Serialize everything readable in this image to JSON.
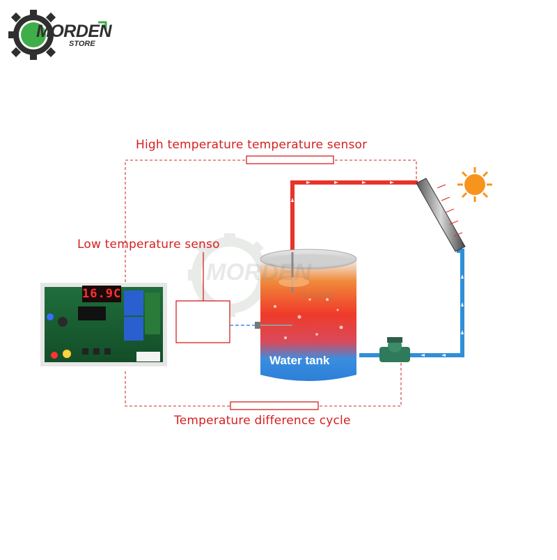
{
  "brand": {
    "name": "MORDEN",
    "sub": "STORE"
  },
  "labels": {
    "high_sensor": "High temperature temperature sensor",
    "low_sensor": "Low temperature senso",
    "cycle": "Temperature difference cycle",
    "tank": "Water tank"
  },
  "controller": {
    "display_reading": "16.9C"
  },
  "colors": {
    "label_red": "#d62020",
    "hot_pipe": "#e8332a",
    "cold_pipe": "#2f8fd8",
    "sensor_line": "#d9534f",
    "sun": "#f7941d"
  },
  "icons": {
    "sun": "sun-icon",
    "pump": "pump-icon",
    "solar_panel": "solar-collector-icon",
    "logo_gear": "gear-icon"
  }
}
